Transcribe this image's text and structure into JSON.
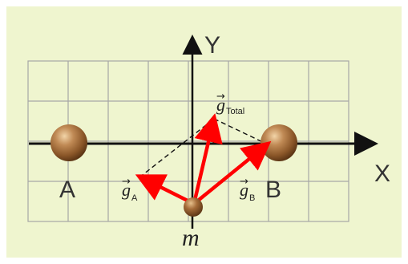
{
  "axes": {
    "x_label": "X",
    "y_label": "Y"
  },
  "masses": {
    "a_label": "A",
    "b_label": "B",
    "m_label": "m"
  },
  "vectors": {
    "symbol": "g",
    "total_subscript": "Total",
    "a_subscript": "A",
    "b_subscript": "B",
    "vector_color": "#ff0000"
  },
  "colors": {
    "background": "#eff5cf",
    "grid": "#a0a0a0",
    "mass": "#8b5a2b"
  }
}
